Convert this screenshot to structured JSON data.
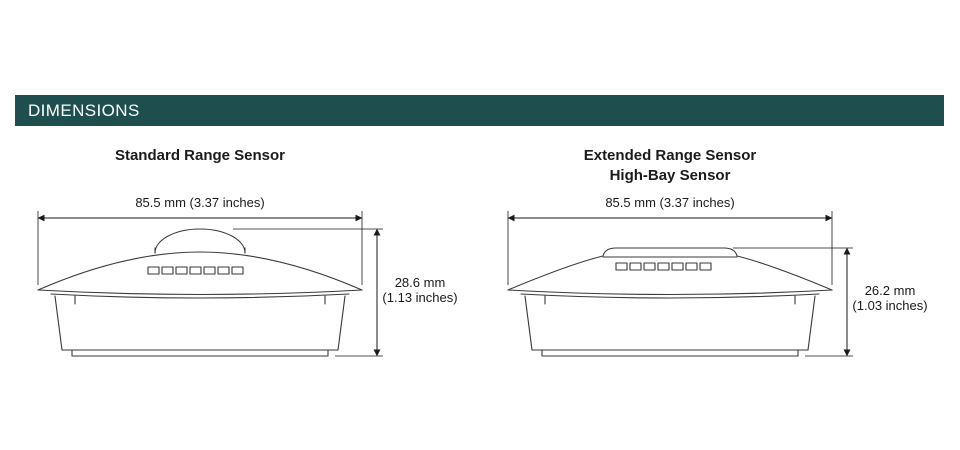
{
  "header": {
    "title": "DIMENSIONS"
  },
  "colors": {
    "header_bg": "#1e4e4e",
    "drawing_line": "#3a3a3a",
    "text": "#1a1a1a"
  },
  "panels": [
    {
      "title_lines": [
        "Standard Range Sensor"
      ],
      "width_label": "85.5 mm (3.37 inches)",
      "height_label_mm": "28.6 mm",
      "height_label_in": "(1.13 inches)"
    },
    {
      "title_lines": [
        "Extended Range Sensor",
        "High-Bay Sensor"
      ],
      "width_label": "85.5 mm (3.37 inches)",
      "height_label_mm": "26.2 mm",
      "height_label_in": "(1.03 inches)"
    }
  ]
}
